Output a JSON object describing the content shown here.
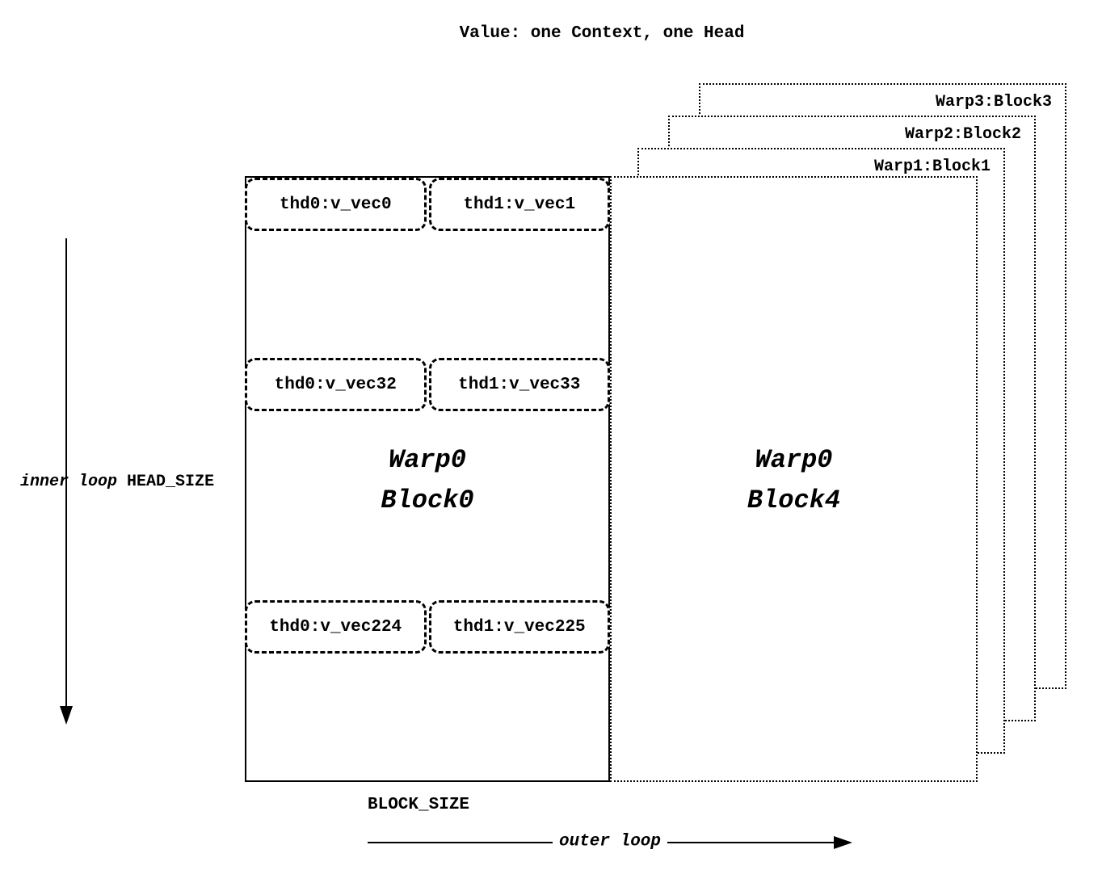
{
  "title": "Value: one Context, one Head",
  "diagram": {
    "block0": {
      "label_line1": "Warp0",
      "label_line2": "Block0",
      "rows": [
        {
          "left": "thd0:v_vec0",
          "right": "thd1:v_vec1"
        },
        {
          "left": "thd0:v_vec32",
          "right": "thd1:v_vec33"
        },
        {
          "left": "thd0:v_vec224",
          "right": "thd1:v_vec225"
        }
      ]
    },
    "block4": {
      "label_line1": "Warp0",
      "label_line2": "Block4"
    },
    "background_blocks": [
      "Warp1:Block1",
      "Warp2:Block2",
      "Warp3:Block3"
    ],
    "axes": {
      "inner_loop_label": "inner loop",
      "inner_loop_size": "HEAD_SIZE",
      "outer_loop_label": "outer loop",
      "block_size_label": "BLOCK_SIZE"
    }
  },
  "colors": {
    "line": "#000000",
    "background": "#ffffff"
  }
}
